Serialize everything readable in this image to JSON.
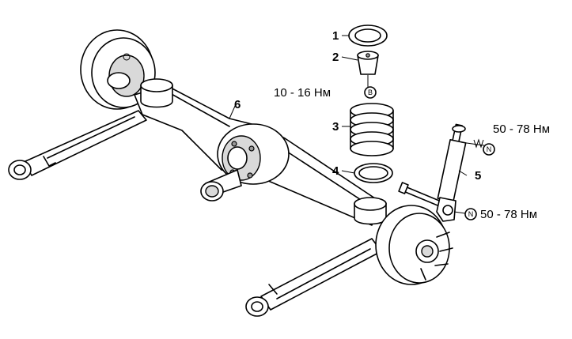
{
  "callouts": {
    "c1": "1",
    "c2": "2",
    "c3": "3",
    "c4": "4",
    "c5": "5",
    "c6": "6"
  },
  "torques": {
    "t_bump_stop": "10 - 16 Нм",
    "t_shock_top": "50 - 78 Нм",
    "t_shock_bottom": "50 - 78 Нм"
  },
  "marks": {
    "b": "B",
    "n1": "N",
    "n2": "N"
  }
}
